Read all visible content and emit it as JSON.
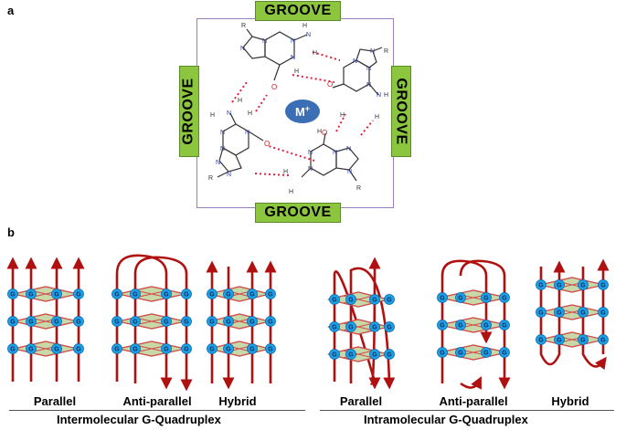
{
  "panel_a": {
    "label": "a",
    "groove": "GROOVE",
    "ion_label": "M",
    "ion_superscript": "+",
    "atoms": {
      "n": "N",
      "h": "H",
      "o": "O",
      "r": "R"
    }
  },
  "panel_b": {
    "label": "b",
    "g_letter": "G",
    "structures": [
      "Parallel",
      "Anti-parallel",
      "Hybrid",
      "Parallel",
      "Anti-parallel",
      "Hybrid"
    ],
    "groups": [
      "Intermolecular G-Quadruplex",
      "Intramolecular G-Quadruplex"
    ]
  },
  "colors": {
    "groove_green": "#8cc63f",
    "strand_red": "#b01010",
    "g_blue": "#1ea0e6",
    "ion_blue": "#3a6fb5",
    "bond_red": "#e0203a"
  }
}
